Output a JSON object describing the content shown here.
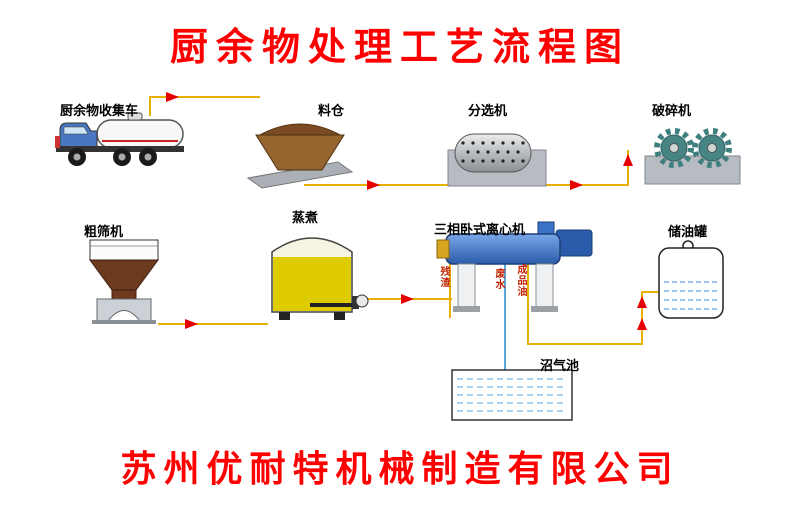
{
  "title": "厨余物处理工艺流程图",
  "company": "苏州优耐特机械制造有限公司",
  "equipment": {
    "truck": "厨余物收集车",
    "silo": "料仓",
    "sorter": "分选机",
    "crusher": "破碎机",
    "coarse_screen": "粗筛机",
    "cooker": "蒸煮",
    "centrifuge": "三相卧式离心机",
    "oil_tank": "储油罐",
    "biogas_pool": "沼气池"
  },
  "outputs": {
    "residue": "残渣",
    "wastewater": "废水",
    "product_oil": "成品油"
  },
  "colors": {
    "title_red": "#ff0000",
    "flow_line": "#e8b004",
    "arrow_red": "#e60000",
    "water_blue": "#5aa7dd"
  }
}
